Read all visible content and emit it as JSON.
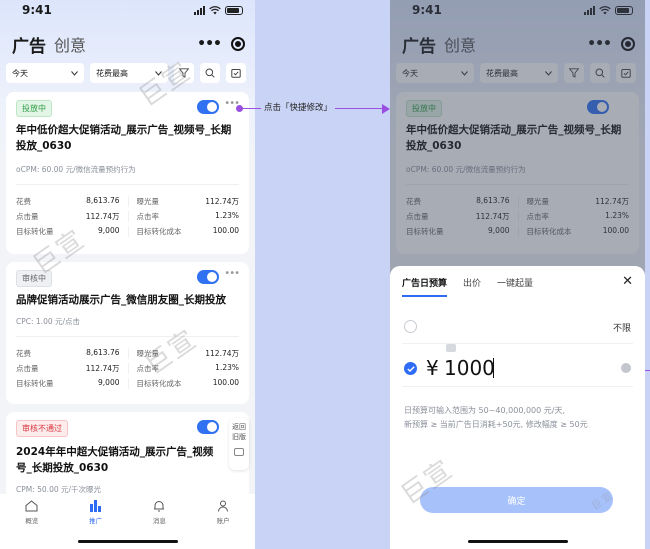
{
  "status": {
    "time": "9:41"
  },
  "header": {
    "title_ads": "广告",
    "title_creative": "创意",
    "menu_dots": "•••"
  },
  "filters": {
    "date": "今天",
    "sort": "花费最高"
  },
  "cards": [
    {
      "status": "投放中",
      "title": "年中低价超大促销活动_展示广告_视频号_长期投放_0630",
      "bid": "oCPM: 60.00 元/微信流量预约行为",
      "stats": [
        [
          "花费",
          "8,613.76",
          "曝光量",
          "112.74万"
        ],
        [
          "点击量",
          "112.74万",
          "点击率",
          "1.23%"
        ],
        [
          "目标转化量",
          "9,000",
          "目标转化成本",
          "100.00"
        ]
      ]
    },
    {
      "status": "审核中",
      "title": "品牌促销活动展示广告_微信朋友圈_长期投放",
      "bid": "CPC: 1.00 元/点击",
      "stats": [
        [
          "花费",
          "8,613.76",
          "曝光量",
          "112.74万"
        ],
        [
          "点击量",
          "112.74万",
          "点击率",
          "1.23%"
        ],
        [
          "目标转化量",
          "9,000",
          "目标转化成本",
          "100.00"
        ]
      ]
    },
    {
      "status": "审核不通过",
      "title": "2024年年中超大促销活动_展示广告_视频号_长期投放_0630",
      "bid": "CPM: 50.00 元/千次曝光"
    }
  ],
  "side_button": {
    "line1": "返回",
    "line2": "旧版"
  },
  "tabbar": [
    {
      "label": "概览",
      "icon": "home-icon"
    },
    {
      "label": "推广",
      "icon": "bar-chart-icon",
      "active": true
    },
    {
      "label": "消息",
      "icon": "bell-icon"
    },
    {
      "label": "账户",
      "icon": "user-icon"
    }
  ],
  "annotation": {
    "label": "点击「快捷修改」"
  },
  "watermark": {
    "text": "巨宣"
  },
  "sheet": {
    "tabs": [
      "广告日预算",
      "出价",
      "一键起量"
    ],
    "unlimited": "不限",
    "currency": "¥",
    "amount": "1000",
    "hint_line1": "日预算可输入范围为 50~40,000,000 元/天,",
    "hint_line2": "新预算 ≥ 当前广告日消耗+50元, 修改幅度 ≥ 50元",
    "confirm": "确定"
  },
  "colors": {
    "accent": "#2f6cf5",
    "annotation": "#9a4fe0",
    "page_bg": "#c9d3f5"
  }
}
